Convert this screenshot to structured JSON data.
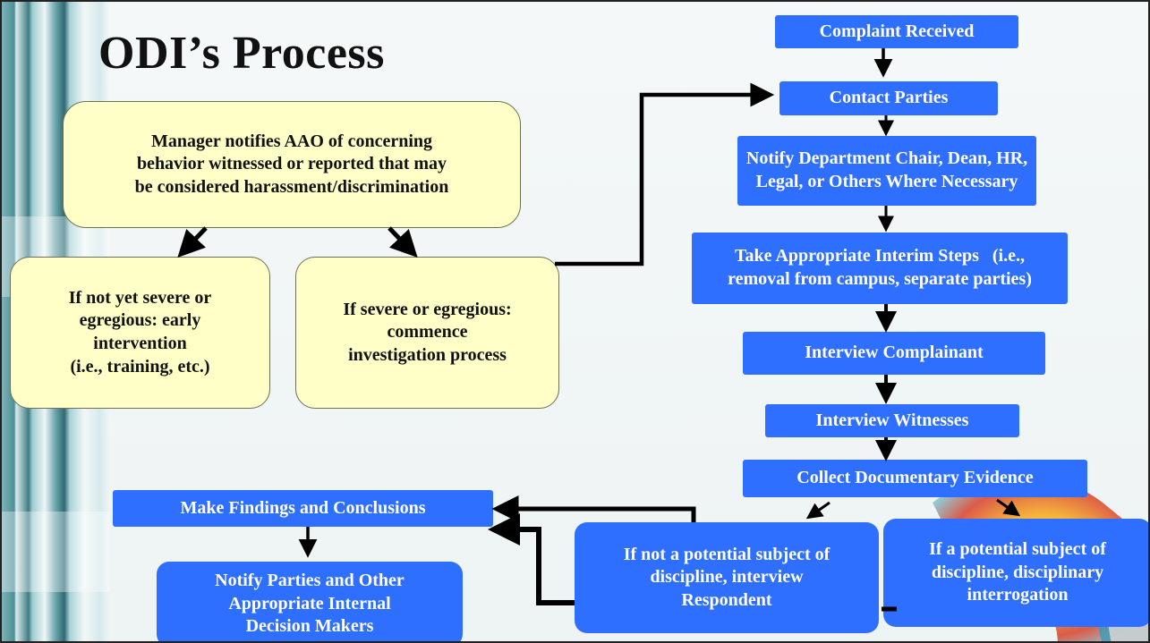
{
  "title": "ODI’s Process",
  "nodes": {
    "manager": [
      "Manager notifies AAO of concerning",
      "behavior witnessed or reported that may",
      "be considered harassment/discrimination"
    ],
    "early": [
      "If not yet severe or",
      "egregious: early",
      "intervention",
      "(i.e., training, etc.)"
    ],
    "severe": [
      "If severe or egregious:",
      "commence",
      "investigation process"
    ],
    "complaint_received": "Complaint Received",
    "contact_parties": "Contact Parties",
    "notify_chair": [
      "Notify Department Chair, Dean, HR,",
      "Legal, or Others Where Necessary"
    ],
    "interim_steps": [
      "Take Appropriate Interim Steps   (i.e.,",
      "removal from campus, separate parties)"
    ],
    "interview_complainant": "Interview Complainant",
    "interview_witnesses": "Interview Witnesses",
    "collect_evidence": "Collect Documentary Evidence",
    "not_subject": [
      "If not a potential subject of",
      "discipline, interview",
      "Respondent"
    ],
    "subject": [
      "If a potential subject of",
      "discipline, disciplinary",
      "interrogation"
    ],
    "make_findings": "Make Findings and Conclusions",
    "notify_parties": [
      "Notify Parties and Other",
      "Appropriate Internal",
      "Decision Makers"
    ]
  },
  "colors": {
    "blue_box": "#2f6fff",
    "yellow_box": "#ffffc8",
    "arrow": "#000000"
  }
}
